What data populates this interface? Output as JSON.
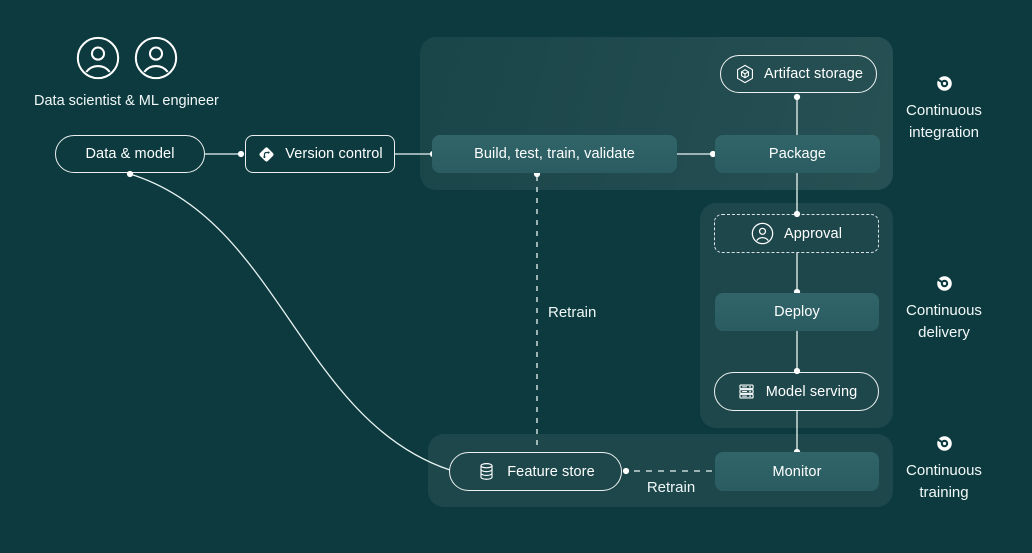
{
  "diagram": {
    "title_context": "MLOps CI/CD/CT pipeline diagram",
    "actors_label": "Data scientist & ML engineer",
    "nodes": {
      "data_model": "Data & model",
      "version_control": "Version control",
      "build": "Build, test, train, validate",
      "package": "Package",
      "artifact_storage": "Artifact storage",
      "approval": "Approval",
      "deploy": "Deploy",
      "model_serving": "Model serving",
      "monitor": "Monitor",
      "feature_store": "Feature store"
    },
    "edges": {
      "retrain_pipeline": "Retrain",
      "retrain_monitor": "Retrain"
    },
    "stages": [
      {
        "label": "Continuous integration"
      },
      {
        "label": "Continuous delivery"
      },
      {
        "label": "Continuous training"
      }
    ],
    "icons": {
      "actors": "person-circle-icon",
      "version_control": "git-diamond-icon",
      "artifact_storage": "hexagon-cube-icon",
      "approval": "person-circle-icon",
      "model_serving": "server-stack-icon",
      "feature_store": "database-icon",
      "stages": "continuous-loop-icon"
    },
    "colors": {
      "background": "#0c3a3e",
      "panel": "#15474c",
      "filled_box": "#2c5f64",
      "line": "#e9f4f3",
      "text": "#ffffff"
    }
  }
}
